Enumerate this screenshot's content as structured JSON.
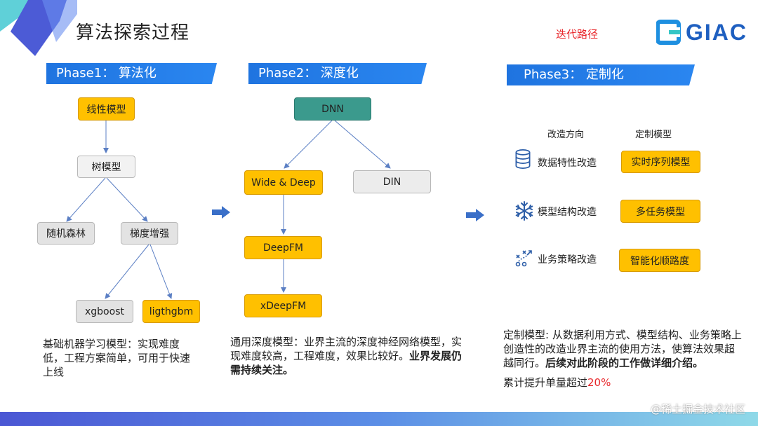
{
  "title": "算法探索过程",
  "iteration_label": "迭代路径",
  "logo": {
    "text": "GIAC",
    "icon": "giac-logo-mark"
  },
  "phases": [
    {
      "label": "Phase1： 算法化"
    },
    {
      "label": "Phase2： 深度化"
    },
    {
      "label": "Phase3： 定制化"
    }
  ],
  "phase1": {
    "nodes": {
      "linear": "线性模型",
      "tree": "树模型",
      "rf": "随机森林",
      "gbdt": "梯度增强",
      "xgboost": "xgboost",
      "lightgbm": "ligthgbm"
    },
    "description": "基础机器学习模型：实现难度低，工程方案简单，可用于快速上线"
  },
  "phase2": {
    "nodes": {
      "dnn": "DNN",
      "widedeep": "Wide & Deep",
      "din": "DIN",
      "deepfm": "DeepFM",
      "xdeepfm": "xDeepFM"
    },
    "description_normal": "通用深度模型：业界主流的深度神经网络模型，实现难度较高，工程难度，效果比较好。",
    "description_bold": "业界发展仍需持续关注。"
  },
  "phase3": {
    "col_direction": "改造方向",
    "col_model": "定制模型",
    "rows": [
      {
        "icon": "database-icon",
        "direction": "数据特性改造",
        "model": "实时序列模型"
      },
      {
        "icon": "snowflake-icon",
        "direction": "模型结构改造",
        "model": "多任务模型"
      },
      {
        "icon": "strategy-icon",
        "direction": "业务策略改造",
        "model": "智能化顺路度"
      }
    ],
    "description_normal": "定制模型: 从数据利用方式、模型结构、业务策略上创造性的改造业界主流的使用方法，使算法效果超越同行。",
    "description_bold": "后续对此阶段的工作做详细介绍。",
    "lift_text": "累计提升单量超过",
    "lift_value": "20%"
  },
  "watermark": "@稀土掘金技术社区",
  "colors": {
    "phase_blue": "#1a73e8",
    "node_yellow": "#ffc000",
    "node_gray": "#e3e3e3",
    "node_teal": "#3b9a8d",
    "accent_red": "#e8262a",
    "arrow_blue": "#3a6fc8"
  }
}
